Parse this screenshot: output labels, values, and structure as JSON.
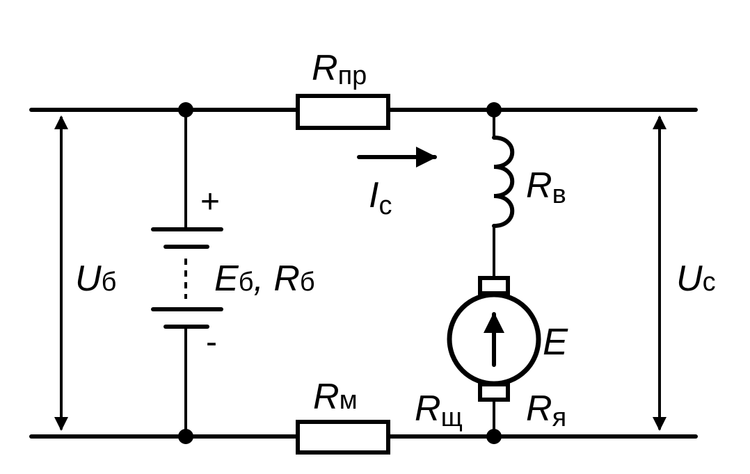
{
  "labels": {
    "r_pr": {
      "main": "R",
      "sub": "пр"
    },
    "i_c": {
      "main": "I",
      "sub": "с"
    },
    "r_v": {
      "main": "R",
      "sub": "в"
    },
    "u_b": {
      "main": "U",
      "sub": "б"
    },
    "e_b": {
      "main": "E",
      "sub": "б"
    },
    "r_b": {
      "main": "R",
      "sub": "б"
    },
    "comma": ",",
    "u_c": {
      "main": "U",
      "sub": "с"
    },
    "e": {
      "main": "E"
    },
    "r_m": {
      "main": "R",
      "sub": "м"
    },
    "r_shch": {
      "main": "R",
      "sub": "щ"
    },
    "r_ya": {
      "main": "R",
      "sub": "я"
    },
    "plus": "+",
    "minus": "-"
  }
}
